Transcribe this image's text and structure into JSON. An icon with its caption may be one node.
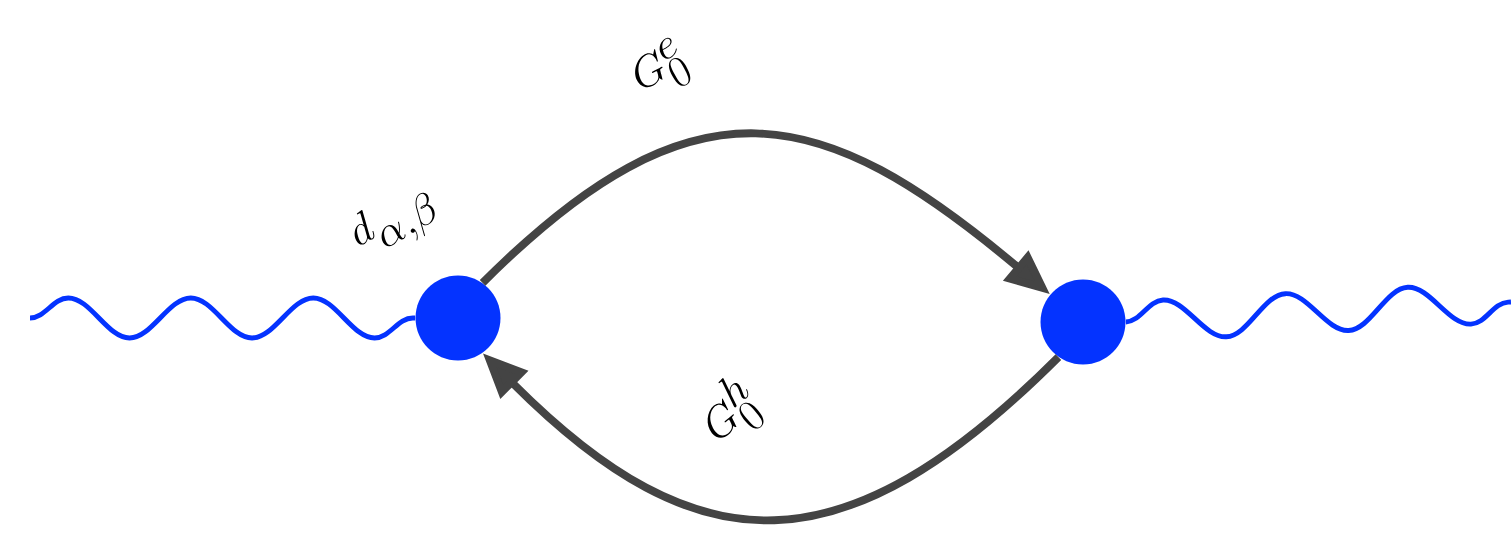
{
  "diagram": {
    "nodes": [
      {
        "text": [],
        "shape": "circle",
        "beside": [
          "d_{\\alpha,\\beta}"
        ]
      },
      {
        "text": [],
        "shape": "circle"
      }
    ],
    "edges": [
      {
        "from": null,
        "to": 0,
        "arrow": "none",
        "color": "#0433ff"
      },
      {
        "from": 1,
        "to": null,
        "arrow": "none",
        "color": "#0433ff"
      },
      {
        "from": 0,
        "to": 1,
        "arrow": "to",
        "label": "G_0^e",
        "color": "#444444"
      },
      {
        "from": 1,
        "to": 0,
        "arrow": "to",
        "label": "G_0^h",
        "color": "#444444"
      }
    ]
  }
}
